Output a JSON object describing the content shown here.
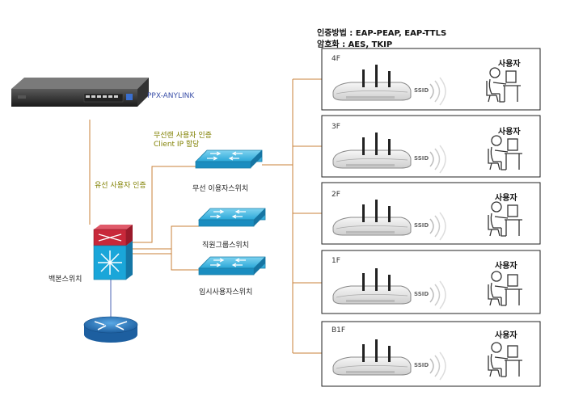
{
  "header": {
    "auth_method": "인증방법 : EAP-PEAP, EAP-TTLS",
    "encryption": "암호화 : AES, TKIP"
  },
  "device": {
    "label": "PPX-ANYLINK"
  },
  "labels": {
    "wireless_auth": "무선랜 사용자 인증",
    "client_ip": "Client IP 할당",
    "wired_auth": "유선 사용자 인증",
    "wireless_switch": "무선 이용자스위치",
    "staff_switch": "직원그룹스위치",
    "temp_switch": "임시사용자스위치",
    "backbone": "백본스위치"
  },
  "floors": [
    {
      "name": "4F",
      "ssid": "SSID",
      "user": "사용자"
    },
    {
      "name": "3F",
      "ssid": "SSID",
      "user": "사용자"
    },
    {
      "name": "2F",
      "ssid": "SSID",
      "user": "사용자"
    },
    {
      "name": "1F",
      "ssid": "SSID",
      "user": "사용자"
    },
    {
      "name": "B1F",
      "ssid": "SSID",
      "user": "사용자"
    }
  ],
  "colors": {
    "cable": "#c8803a",
    "uplink": "#6a7fc0",
    "switch_face": "#1aa6d9",
    "backbone_top": "#c8283a",
    "router": "#2a7bc0",
    "panel_border": "#222222"
  }
}
